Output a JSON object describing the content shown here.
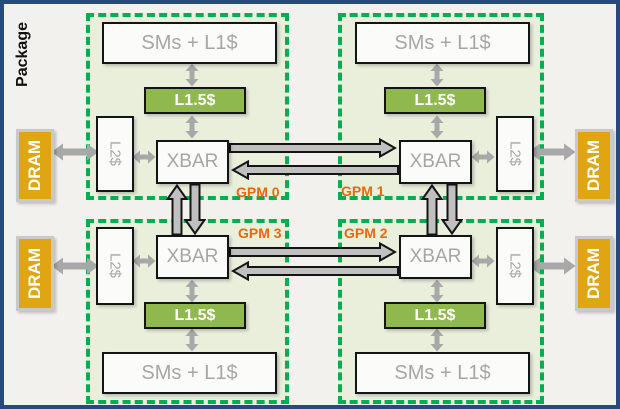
{
  "package_label": "Package",
  "gpm0": {
    "label": "GPM 0",
    "sms": "SMs + L1$",
    "l15": "L1.5$",
    "l2": "L2$",
    "xbar": "XBAR",
    "dram": "DRAM"
  },
  "gpm1": {
    "label": "GPM 1",
    "sms": "SMs + L1$",
    "l15": "L1.5$",
    "l2": "L2$",
    "xbar": "XBAR",
    "dram": "DRAM"
  },
  "gpm2": {
    "label": "GPM 2",
    "sms": "SMs + L1$",
    "l15": "L1.5$",
    "l2": "L2$",
    "xbar": "XBAR",
    "dram": "DRAM"
  },
  "gpm3": {
    "label": "GPM 3",
    "sms": "SMs + L1$",
    "l15": "L1.5$",
    "l2": "L2$",
    "xbar": "XBAR",
    "dram": "DRAM"
  },
  "colors": {
    "frame_navy": "#28497C",
    "gpm_dash_green": "#00B050",
    "gpm_fill_green": "#EAEFDC",
    "l15_green": "#8FB84E",
    "dram_gold": "#E0A513",
    "gpm_label_orange": "#E8690B",
    "box_text_gray": "#A6A6A6",
    "small_arrow_gray": "#A8A8A8",
    "big_arrow_gray": "#C0C0C0"
  }
}
